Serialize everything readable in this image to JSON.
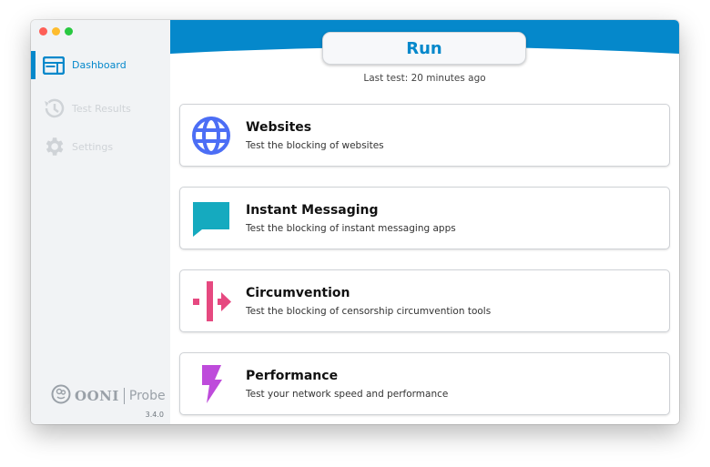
{
  "window": {
    "traffic_lights": {
      "close": "#fe5f57",
      "minimize": "#febc2e",
      "zoom": "#28c840"
    }
  },
  "sidebar": {
    "items": [
      {
        "label": "Dashboard",
        "icon": "dashboard-icon",
        "active": true
      },
      {
        "label": "Test Results",
        "icon": "history-icon",
        "active": false
      },
      {
        "label": "Settings",
        "icon": "gear-icon",
        "active": false
      }
    ],
    "brand": {
      "name": "OONI",
      "product": "Probe",
      "icon": "ooni-logo-icon"
    },
    "version": "3.4.0"
  },
  "main": {
    "run_label": "Run",
    "last_test": "Last test:  20 minutes ago",
    "accent": "#0588cb",
    "cards": [
      {
        "title": "Websites",
        "description": "Test the blocking of websites",
        "icon": "globe-icon",
        "color": "#4c6ef5"
      },
      {
        "title": "Instant Messaging",
        "description": "Test the blocking of instant messaging apps",
        "icon": "chat-bubble-icon",
        "color": "#15aabf"
      },
      {
        "title": "Circumvention",
        "description": "Test the blocking of censorship circumvention tools",
        "icon": "circumvention-icon",
        "color": "#e64980"
      },
      {
        "title": "Performance",
        "description": "Test your network speed and performance",
        "icon": "lightning-icon",
        "color": "#be4bdb"
      }
    ]
  }
}
